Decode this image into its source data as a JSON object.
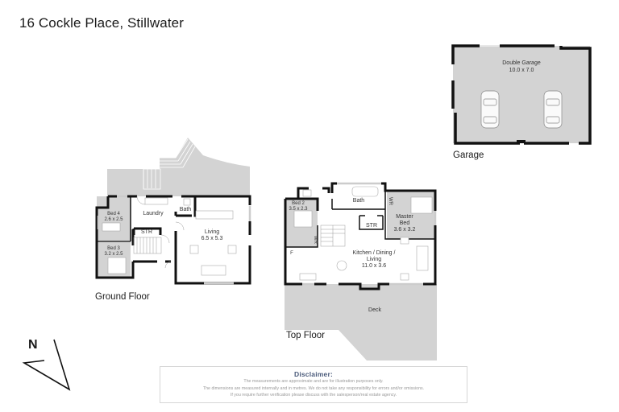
{
  "header": {
    "title": "16 Cockle Place, Stillwater"
  },
  "floors": {
    "ground": {
      "label": "Ground Floor",
      "rooms": [
        {
          "name": "Laundry",
          "dims": ""
        },
        {
          "name": "Bath",
          "dims": ""
        },
        {
          "name": "Bed 4",
          "dims": "2.6 x 2.5"
        },
        {
          "name": "Bed 3",
          "dims": "3.2 x 2.5"
        },
        {
          "name": "STR",
          "dims": ""
        },
        {
          "name": "Living",
          "dims": "6.5 x 5.3"
        }
      ]
    },
    "top": {
      "label": "Top Floor",
      "rooms": [
        {
          "name": "Bath",
          "dims": ""
        },
        {
          "name": "Bed 2",
          "dims": "3.5 x 2.3"
        },
        {
          "name": "WR",
          "dims": ""
        },
        {
          "name": "Master",
          "name2": "Bed",
          "dims": "3.6 x 3.2"
        },
        {
          "name": "STR",
          "dims": ""
        },
        {
          "name": "WR",
          "dims": ""
        },
        {
          "name": "F",
          "dims": ""
        },
        {
          "name": "Kitchen / Dining /",
          "name2": "Living",
          "dims": "11.0 x 3.6"
        },
        {
          "name": "Deck",
          "dims": ""
        }
      ]
    },
    "garage": {
      "label": "Garage",
      "rooms": [
        {
          "name": "Double Garage",
          "dims": "10.0 x 7.0"
        }
      ]
    }
  },
  "compass": {
    "label": "N"
  },
  "disclaimer": {
    "title": "Disclaimer:",
    "lines": [
      "The measurements are approximate and are for illustration purposes only.",
      "The dimensions are measured internally and in metres. We do not take any responsibility for errors and/or omissions.",
      "If you require further verification please discuss with the salesperson/real estate agency."
    ]
  },
  "colors": {
    "wall": "#111111",
    "shaded": "#d3d3d3",
    "floor": "#ffffff",
    "fixture": "#bbbbbb"
  }
}
